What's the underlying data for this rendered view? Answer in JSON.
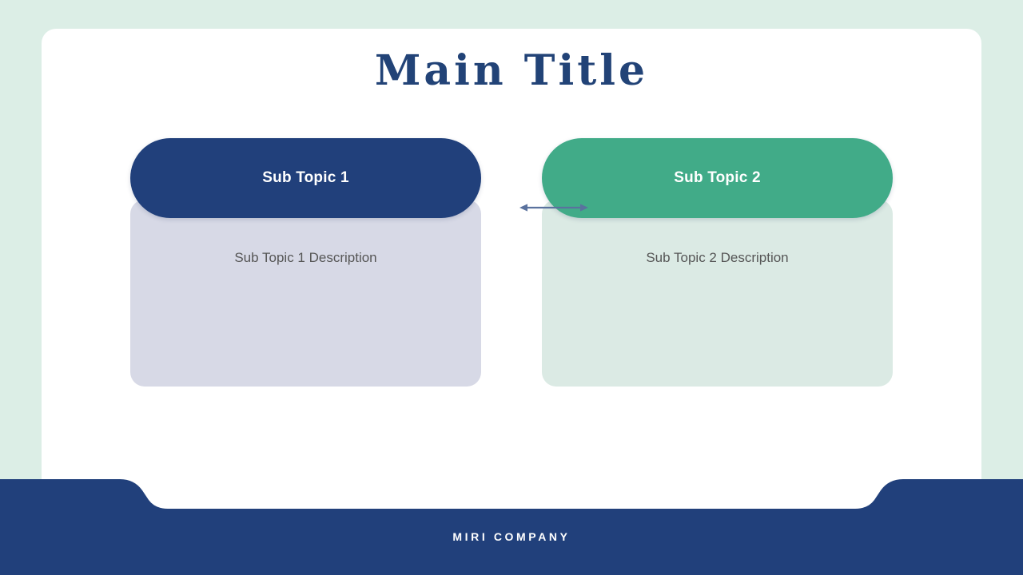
{
  "slide": {
    "title": "Main Title",
    "background_color": "#dceee6",
    "card_color": "#ffffff"
  },
  "columns": [
    {
      "pill_label": "Sub Topic 1",
      "pill_color": "#21407b",
      "description": "Sub Topic 1 Description",
      "description_panel_color": "#d7d9e6",
      "text_color": "#ffffff"
    },
    {
      "pill_label": "Sub Topic 2",
      "pill_color": "#41ab88",
      "description": "Sub Topic 2 Description",
      "description_panel_color": "#dbeae4",
      "text_color": "#ffffff"
    }
  ],
  "connector": {
    "icon": "double-headed-arrow-icon",
    "color": "#5a729e"
  },
  "footer": {
    "company_name": "MIRI COMPANY",
    "background_color": "#21407b",
    "text_color": "#ffffff"
  }
}
